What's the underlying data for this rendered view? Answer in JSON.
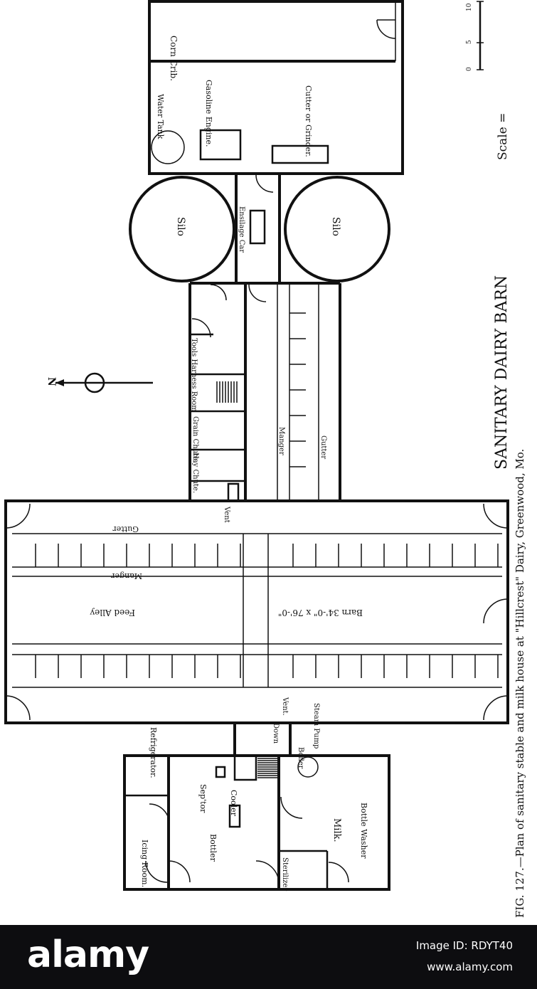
{
  "plan": {
    "title": "SANITARY DAIRY BARN",
    "scale_label": "Scale =",
    "scale_ticks": [
      "0",
      "5",
      "10"
    ],
    "north": "N",
    "rooms": {
      "corn_crib": "Corn Crib.",
      "water_tank": "Water Tank",
      "gasoline_engine": "Gasoline Engine.",
      "cutter": "Cutter or Grinder.",
      "silo_north": "Silo",
      "silo_south": "Silo",
      "ensilage_car": "Ensilage Car",
      "tools_room": "Tools Harness Room",
      "grain_chute": "Grain Chute.",
      "hay_chute": "Hay Chute.",
      "manger_upper": "Manger",
      "gutter_upper": "Gutter",
      "vent_north": "Vent",
      "barn_gutter": "Gutter",
      "barn_manger": "Manger",
      "feed_alley": "Feed Alley",
      "barn_dims": "Barn 34'-0\" x 76'-0\"",
      "vent_south": "Vent.",
      "steam_pump": "Steam Pump",
      "down": "Down",
      "boiler": "Boiler",
      "refrigerator": "Refrigerator.",
      "icing_room": "Icing Room.",
      "separator": "Sep'tor",
      "cooler": "Cooler",
      "bottler": "Bottler",
      "milk": "Milk.",
      "bottle_washer": "Bottle Washer",
      "sterilizer": "Sterilizer"
    }
  },
  "caption": "FIG. 127.—Plan of sanitary stable and milk house at \"Hillcrest\" Dairy, Greenwood, Mo.",
  "watermark": {
    "brand": "alamy",
    "image_id": "Image ID: RDYT40",
    "site": "www.alamy.com"
  }
}
